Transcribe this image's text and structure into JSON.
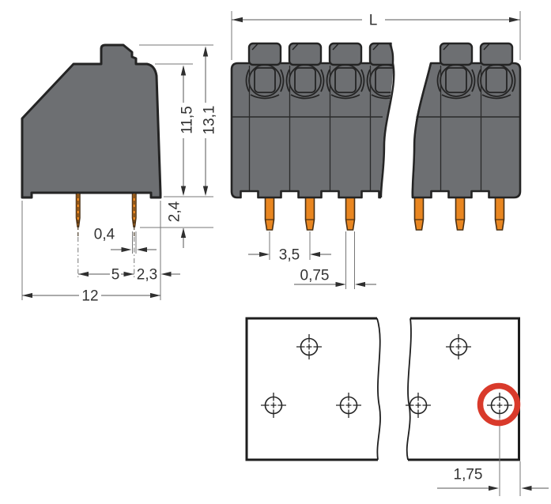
{
  "side_view": {
    "pin_width": "0,4",
    "pin_spacing": "5",
    "pin_to_edge": "2,3",
    "depth": "12",
    "body_height": "11,5",
    "total_height": "13,1",
    "pin_length": "2,4"
  },
  "front_view": {
    "length_label": "L",
    "pole_pitch": "3,5",
    "pin_width": "0,75"
  },
  "drilling_plan": {
    "hole_to_edge": "1,75"
  },
  "colors": {
    "housing": "#6d6f72",
    "pin": "#e98620",
    "outline": "#242424",
    "dimension_line": "#666666",
    "dimension_text": "#333333",
    "highlight_circle": "#d93a2b"
  }
}
